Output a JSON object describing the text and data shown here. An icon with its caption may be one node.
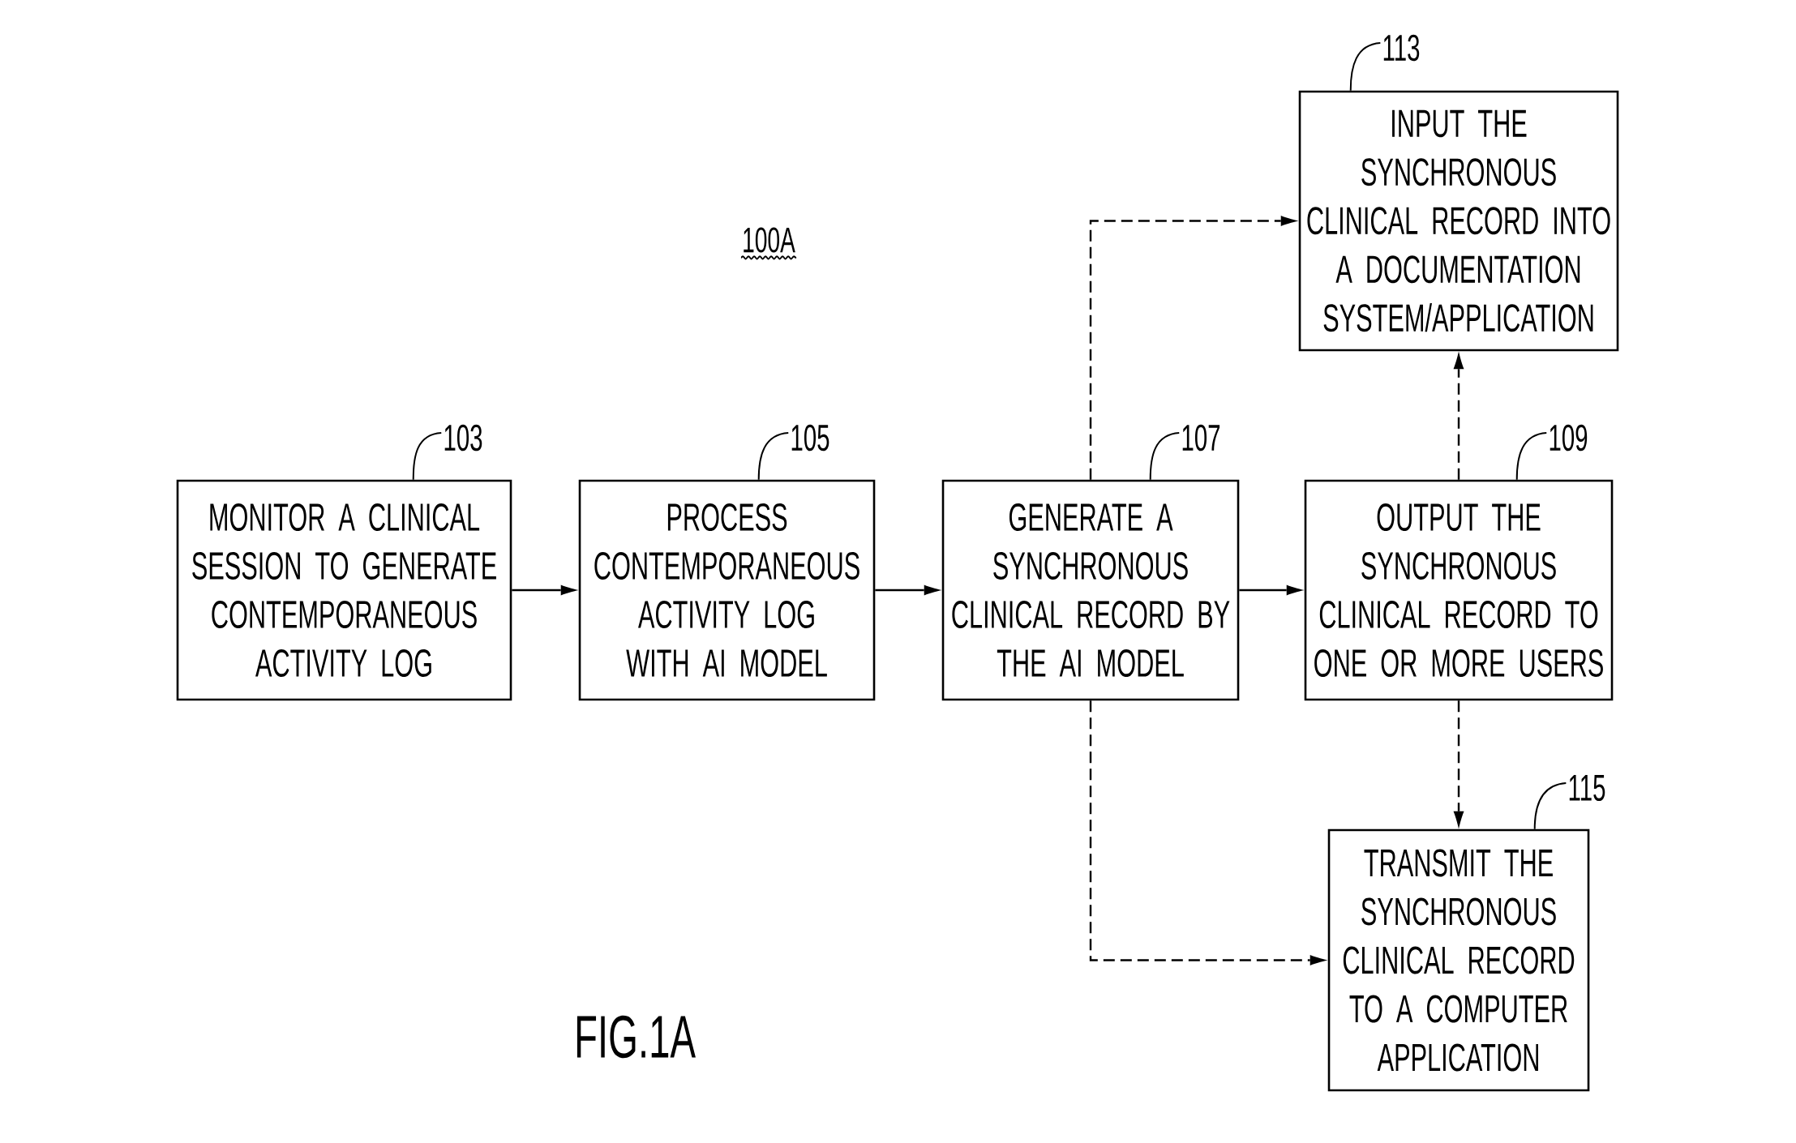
{
  "diagram": {
    "caption": "FIG.1A",
    "nodes": [
      {
        "text": [
          "MONITOR A CLINICAL SESSION TO GENERATE CONTEMPORANEOUS ACTIVITY LOG"
        ]
      },
      {
        "text": [
          "PROCESS CONTEMPORANEOUS ACTIVITY LOG WITH AI MODEL"
        ]
      },
      {
        "text": [
          "GENERATE A SYNCHRONOUS CLINICAL RECORD BY THE AI MODEL"
        ]
      },
      {
        "text": [
          "OUTPUT THE SYNCHRONOUS CLINICAL RECORD TO ONE OR MORE USERS"
        ]
      },
      {
        "text": [
          "INPUT THE SYNCHRONOUS CLINICAL RECORD INTO A DOCUMENTATION SYSTEM/APPLICATION"
        ]
      },
      {
        "text": [
          "TRANSMIT THE SYNCHRONOUS CLINICAL RECORD TO A COMPUTER APPLICATION"
        ]
      },
      {
        "text": [
          "103"
        ]
      },
      {
        "text": [
          "105"
        ]
      },
      {
        "text": [
          "107"
        ]
      },
      {
        "text": [
          "109"
        ]
      },
      {
        "text": [
          "113"
        ]
      },
      {
        "text": [
          "115"
        ]
      }
    ],
    "edges": [
      {
        "from": 0,
        "to": 1,
        "arrow": "to"
      },
      {
        "from": 1,
        "to": 2,
        "arrow": "to"
      },
      {
        "from": 2,
        "to": 3,
        "arrow": "to"
      },
      {
        "from": 2,
        "to": 4,
        "arrow": "to",
        "style": "dashed"
      },
      {
        "from": 3,
        "to": 4,
        "arrow": "to",
        "style": "dashed"
      },
      {
        "from": 3,
        "to": 5,
        "arrow": "to",
        "style": "dashed"
      },
      {
        "from": 2,
        "to": 5,
        "arrow": "to",
        "style": "dashed"
      },
      {
        "from": 6,
        "to": 0,
        "arrow": "none"
      },
      {
        "from": 7,
        "to": 1,
        "arrow": "none"
      },
      {
        "from": 8,
        "to": 2,
        "arrow": "none"
      },
      {
        "from": 9,
        "to": 3,
        "arrow": "none"
      },
      {
        "from": 10,
        "to": 4,
        "arrow": "none"
      },
      {
        "from": 11,
        "to": 5,
        "arrow": "none"
      }
    ],
    "labels": [
      "100A"
    ]
  }
}
